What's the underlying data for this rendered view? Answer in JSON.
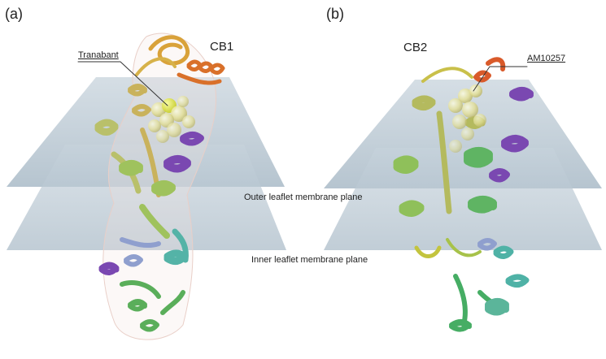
{
  "panels": [
    {
      "letter": "(a)",
      "receptor": "CB1",
      "ligand": "Tranabant"
    },
    {
      "letter": "(b)",
      "receptor": "CB2",
      "ligand": "AM10257"
    }
  ],
  "planes": {
    "outer": "Outer leaflet membrane plane",
    "inner": "Inner leaflet membrane plane"
  },
  "colors": {
    "membrane_plane": "#aebfcc",
    "ligand_spheres": "#e8e49a",
    "helix_top": "#d9892e",
    "helix_upper": "#c8b45a",
    "helix_mid": "#9cc05a",
    "helix_lower": "#5fb06a",
    "helix_violet": "#7a4bb0",
    "helix_teal": "#4fb2a6",
    "helix_red": "#d85a2a"
  }
}
